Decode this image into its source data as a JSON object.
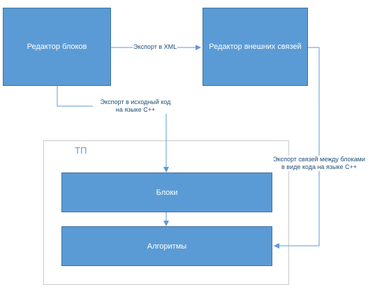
{
  "colors": {
    "node_fill": "#5b9bd5",
    "node_border": "#41719c",
    "edge": "#5b9bd5",
    "container_border": "#c9c9c9",
    "label_text": "#1f4e79"
  },
  "nodes": {
    "block_editor": "Редактор блоков",
    "link_editor": "Редактор внешних связей",
    "blocks": "Блоки",
    "algorithms": "Алгоритмы"
  },
  "container": {
    "label": "ТП"
  },
  "edges": {
    "export_xml": "Экспорт в XML",
    "export_cpp_line1": "Экспорт в исходный код",
    "export_cpp_line2": "на языке С++",
    "export_links_line1": "Экспорт связей между блоками",
    "export_links_line2": "в виде кода на языке С++"
  }
}
